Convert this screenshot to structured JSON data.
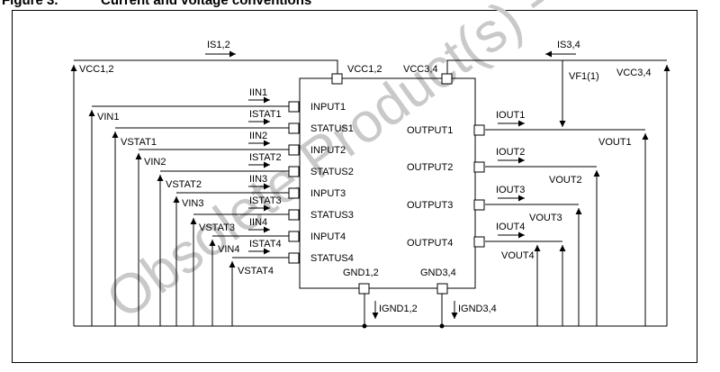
{
  "figure": {
    "number": "Figure 3.",
    "title": "Current and voltage conventions"
  },
  "watermark": "Obsolete Product(s) - Obsolete Product(s)",
  "chip": {
    "inputs": [
      "INPUT1",
      "STATUS1",
      "INPUT2",
      "STATUS2",
      "INPUT3",
      "STATUS3",
      "INPUT4",
      "STATUS4"
    ],
    "outputs": [
      "OUTPUT1",
      "OUTPUT2",
      "OUTPUT3",
      "OUTPUT4"
    ],
    "supply_left": "VCC1,2",
    "supply_right": "VCC3,4",
    "gnd_left": "GND1,2",
    "gnd_right": "GND3,4"
  },
  "currents": {
    "is12": "IS1,2",
    "is34": "IS3,4",
    "left": [
      "IIN1",
      "ISTAT1",
      "IIN2",
      "ISTAT2",
      "IIN3",
      "ISTAT3",
      "IIN4",
      "ISTAT4"
    ],
    "out": [
      "IOUT1",
      "IOUT2",
      "IOUT3",
      "IOUT4"
    ],
    "gnd12": "IGND1,2",
    "gnd34": "IGND3,4"
  },
  "voltages": {
    "vcc12": "VCC1,2",
    "vcc34": "VCC3,4",
    "vf1": "VF1(1)",
    "left": [
      "VIN1",
      "VSTAT1",
      "VIN2",
      "VSTAT2",
      "VIN3",
      "VSTAT3",
      "VIN4",
      "VSTAT4"
    ],
    "out": [
      "VOUT1",
      "VOUT2",
      "VOUT3",
      "VOUT4"
    ]
  }
}
